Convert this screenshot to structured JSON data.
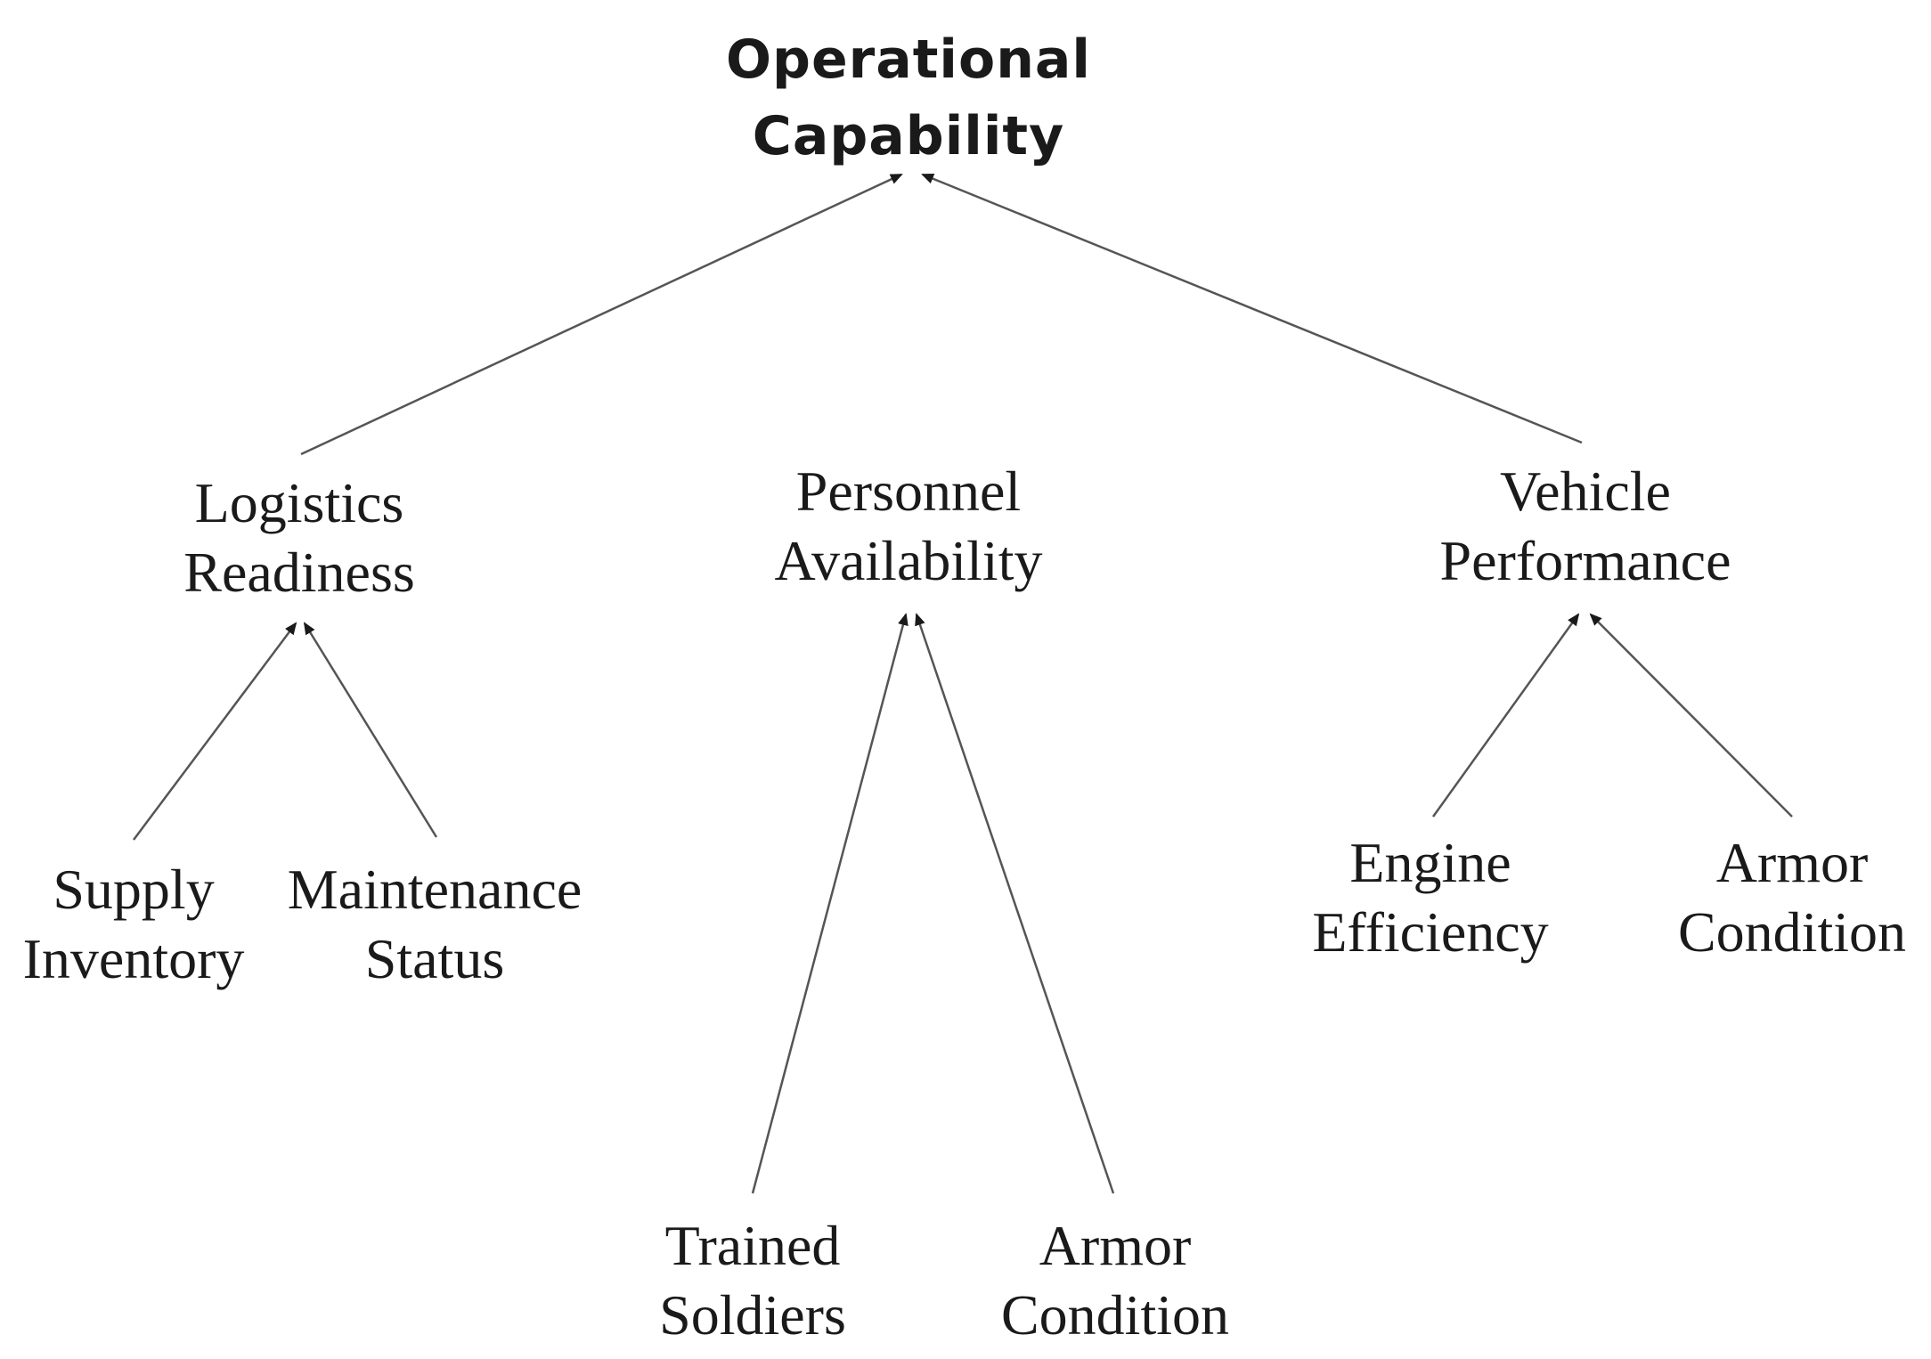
{
  "diagram": {
    "root": {
      "line1": "Operational",
      "line2": "Capability"
    },
    "branches": [
      {
        "line1": "Logistics",
        "line2": "Readiness",
        "children": [
          {
            "line1": "Supply",
            "line2": "Inventory"
          },
          {
            "line1": "Maintenance",
            "line2": "Status"
          }
        ]
      },
      {
        "line1": "Personnel",
        "line2": "Availability",
        "children": [
          {
            "line1": "Trained",
            "line2": "Soldiers"
          },
          {
            "line1": "Armor",
            "line2": "Condition"
          }
        ]
      },
      {
        "line1": "Vehicle",
        "line2": "Performance",
        "children": [
          {
            "line1": "Engine",
            "line2": "Efficiency"
          },
          {
            "line1": "Armor",
            "line2": "Condition"
          }
        ]
      }
    ]
  },
  "colors": {
    "line": "#555555",
    "text": "#1a1a1a",
    "background": "#ffffff"
  }
}
